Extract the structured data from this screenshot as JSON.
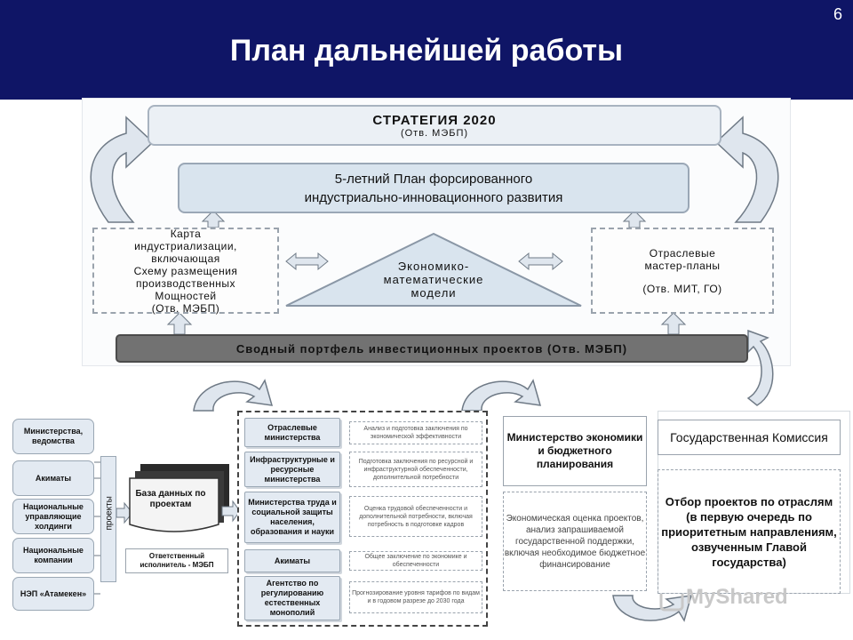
{
  "header": {
    "title": "План дальнейшей работы",
    "page_number": "6"
  },
  "strategy": {
    "title": "СТРАТЕГИЯ 2020",
    "owner": "(Отв. МЭБП)"
  },
  "plan5": {
    "line1": "5-летний План форсированного",
    "line2": "индустриально-инновационного развития"
  },
  "industrial_map": {
    "lines": [
      "Карта",
      "индустриализации,",
      "включающая",
      "Схему размещения",
      "производственных",
      "Мощностей",
      "(Отв. МЭБП)"
    ]
  },
  "models": {
    "lines": [
      "Экономико-",
      "математические",
      "модели"
    ]
  },
  "sector_plans": {
    "line1": "Отраслевые",
    "line2": "мастер-планы",
    "owner": "(Отв. МИТ, ГО)"
  },
  "portfolio": {
    "label": "Сводный портфель инвестиционных проектов (Отв. МЭБП)"
  },
  "left_sources": [
    "Министерства, ведомства",
    "Акиматы",
    "Национальные управляющие холдинги",
    "Национальные компании",
    "НЭП «Атамекен»"
  ],
  "projects_label": "проекты",
  "database": {
    "label": "База данных по проектам"
  },
  "responsible": {
    "label": "Ответственный исполнитель - МЭБП"
  },
  "review_rows": [
    {
      "org": "Отраслевые министерства",
      "task": "Анализ и подготовка заключения по экономической эффективности"
    },
    {
      "org": "Инфраструктурные и ресурсные министерства",
      "task": "Подготовка заключения по ресурсной и инфраструктурной обеспеченности, дополнительной потребности"
    },
    {
      "org": "Министерства труда и социальной защиты населения, образования и науки",
      "task": "Оценка трудовой обеспеченности и дополнительной потребности, включая потребность в подготовке кадров"
    },
    {
      "org": "Акиматы",
      "task": "Общее заключение по экономике и обеспеченности"
    },
    {
      "org": "Агентство по регулированию естественных монополий",
      "task": "Прогнозирование уровня тарифов по видам и в годовом разрезе до 2030 года"
    }
  ],
  "ministry": {
    "title": "Министерство экономики и бюджетного планирования",
    "description": "Экономическая оценка проектов, анализ запрашиваемой государственной поддержки, включая необходимое бюджетное финансирование"
  },
  "commission": {
    "title": "Государственная Комиссия",
    "description": "Отбор проектов по отраслям (в первую очередь по приоритетным направлениям, озвученным Главой государства)"
  },
  "watermark": "MyShared",
  "colors": {
    "header_bg": "#0f1566",
    "portfolio_bg": "#727272",
    "box_fill": "#e3eaf2",
    "arrow_fill": "#dfe6ee"
  }
}
